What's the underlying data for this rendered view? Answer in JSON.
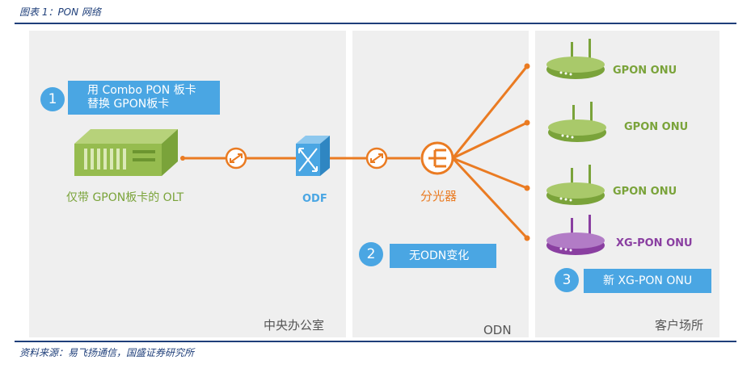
{
  "figure_title": "图表 1：PON 网络",
  "source_note": "资料来源：易飞扬通信，国盛证券研究所",
  "panels": {
    "central_office": "中央办公室",
    "odn": "ODN",
    "customer": "客户场所"
  },
  "steps": [
    {
      "number": "1",
      "line1": "用 Combo PON 板卡",
      "line2": "替换 GPON板卡"
    },
    {
      "number": "2",
      "text": "无ODN变化"
    },
    {
      "number": "3",
      "text": "新 XG-PON ONU"
    }
  ],
  "nodes": {
    "olt_label": "仅带 GPON板卡的 OLT",
    "odf_label": "ODF",
    "splitter_label": "分光器"
  },
  "onus": [
    {
      "label": "GPON ONU"
    },
    {
      "label": "GPON ONU"
    },
    {
      "label": "GPON ONU"
    },
    {
      "label": "XG-PON ONU"
    }
  ],
  "colors": {
    "fiber": "#ea7b22",
    "step_blue": "#4aa6e3",
    "gpon_green": "#7aa33a",
    "xgpon_purple": "#8a3fa1",
    "header_navy": "#1f3f7a"
  }
}
